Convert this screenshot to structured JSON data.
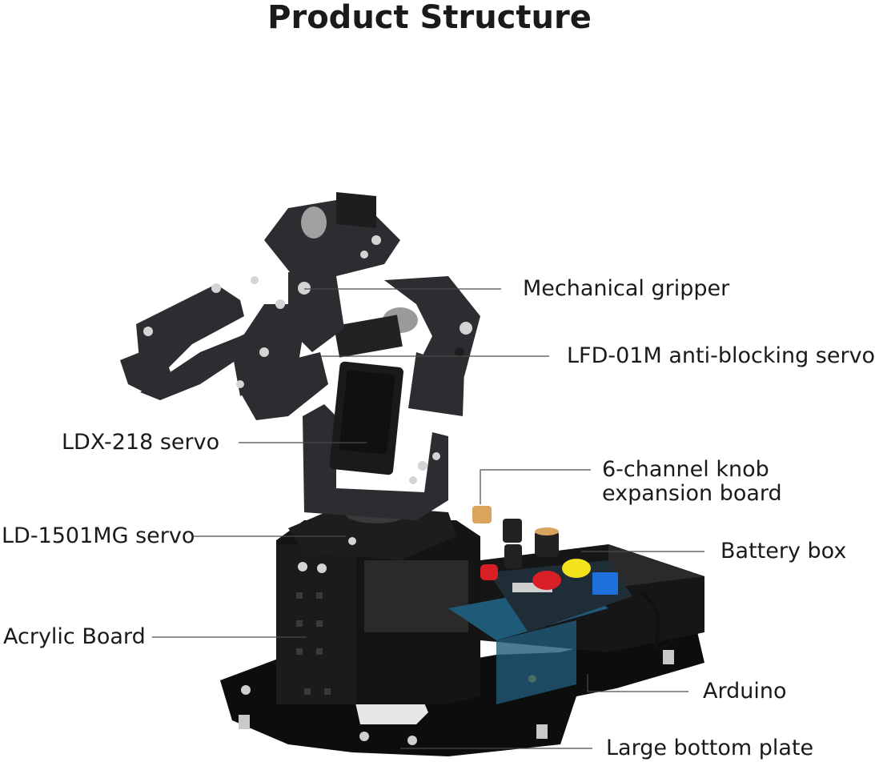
{
  "title": "Product Structure",
  "labels": {
    "gripper": "Mechanical gripper",
    "lfd_servo": "LFD-01M anti-blocking servo",
    "ldx_servo": "LDX-218 servo",
    "knob_board_line1": "6-channel  knob",
    "knob_board_line2": "expansion board",
    "ld_servo": "LD-1501MG servo",
    "battery_box": "Battery box",
    "acrylic_board": "Acrylic Board",
    "arduino": "Arduino",
    "bottom_plate": "Large bottom plate"
  },
  "colors": {
    "metal": "#2b2d30",
    "acrylic": "#111111",
    "pcb": "#1f5a78",
    "knob_red": "#d81f26",
    "knob_yellow": "#f2e21b",
    "terminal_blue": "#1e6fd9"
  }
}
